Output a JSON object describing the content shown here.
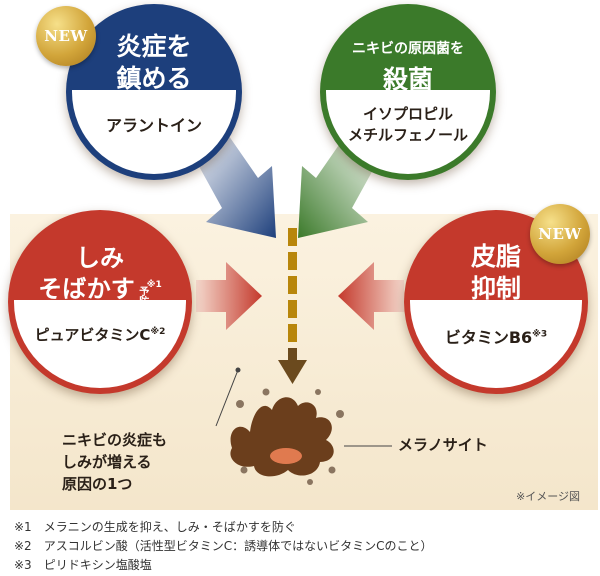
{
  "badges": {
    "new": "NEW"
  },
  "calm": {
    "title_line1": "炎症を",
    "title_line2": "鎮める",
    "ingredient": "アラントイン",
    "color": "#1d3f7c"
  },
  "sterilize": {
    "title_line1": "ニキビの原因菌を",
    "title_line2": "殺菌",
    "ingredient_line1": "イソプロピル",
    "ingredient_line2": "メチルフェノール",
    "color": "#3b7a2a"
  },
  "spots": {
    "title_line1": "しみ",
    "title_line2": "そばかす",
    "prevent_note": "予防",
    "prevent_mark": "※1",
    "ingredient": "ピュアビタミンC",
    "ingredient_mark": "※2",
    "color": "#c4392c"
  },
  "sebum": {
    "title_line1": "皮脂",
    "title_line2": "抑制",
    "ingredient": "ビタミンB6",
    "ingredient_mark": "※3",
    "color": "#c4392c"
  },
  "annotation": {
    "line1": "ニキビの炎症も",
    "line2": "しみが増える",
    "line3": "原因の1つ"
  },
  "melanocyte_label": "メラノサイト",
  "image_note": "※イメージ図",
  "footnotes": [
    "※1　メラニンの生成を抑え、しみ・そばかすを防ぐ",
    "※2　アスコルビン酸（活性型ビタミンC：誘導体ではないビタミンCのこと）",
    "※3　ピリドキシン塩酸塩"
  ]
}
